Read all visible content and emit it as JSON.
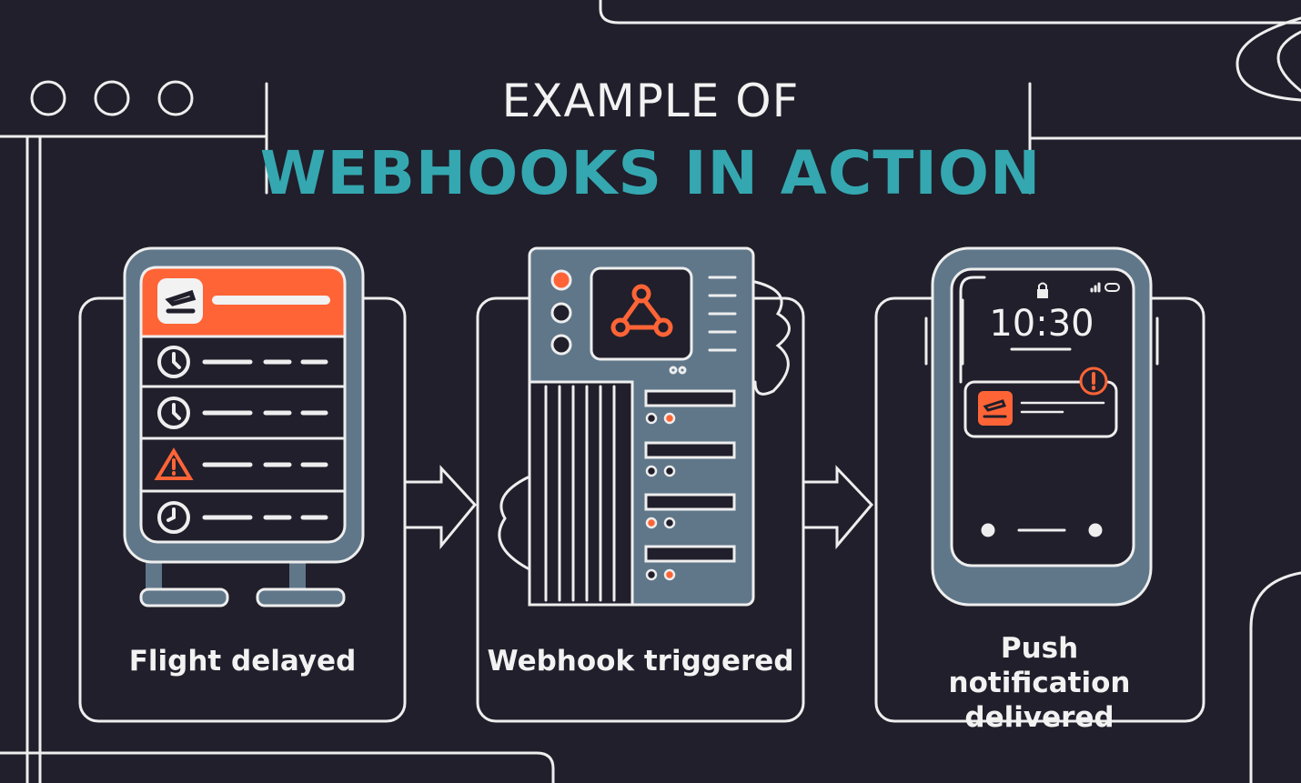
{
  "title": {
    "line1": "EXAMPLE OF",
    "line2": "WEBHOOKS IN ACTION"
  },
  "steps": [
    {
      "label": "Flight delayed"
    },
    {
      "label": "Webhook triggered"
    },
    {
      "label": "Push notification delivered"
    }
  ],
  "phone": {
    "time": "10:30"
  },
  "colors": {
    "background": "#201f2b",
    "accent": "#35a7b0",
    "orange": "#ff6436",
    "slate": "#60778a",
    "chalk": "#f2f2f2"
  },
  "icons": [
    "window-dots-icon",
    "flight-departure-icon",
    "clock-icon",
    "warning-icon",
    "webhook-icon",
    "arrow-right-icon",
    "lock-icon",
    "signal-icon",
    "battery-icon",
    "alert-icon"
  ]
}
